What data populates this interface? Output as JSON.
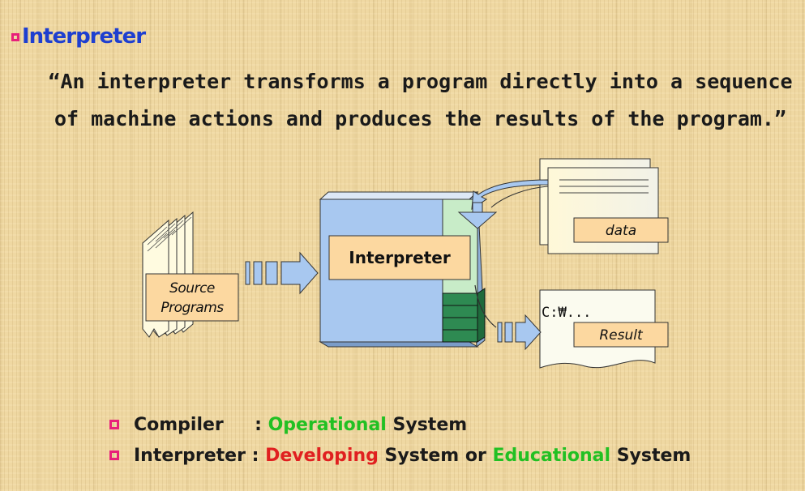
{
  "title": "Interpreter",
  "quote": {
    "line1": "“An interpreter transforms a program directly into a sequence",
    "line2": "of machine actions and produces the results of the program.”"
  },
  "diagram": {
    "source_label_1": "Source",
    "source_label_2": "Programs",
    "interpreter_label": "Interpreter",
    "data_label": "data",
    "result_prompt": "C:₩...",
    "result_label": "Result"
  },
  "bullets": [
    {
      "term": "Compiler",
      "sep": "     : ",
      "highlight": "Operational",
      "rest": " System"
    },
    {
      "term": "Interpreter",
      "sep": " : ",
      "highlight": "Developing",
      "mid": " System or ",
      "highlight2": "Educational",
      "rest": " System"
    }
  ],
  "colors": {
    "title": "#1e3fd0",
    "bullet": "#e8207a",
    "green": "#22c023",
    "red": "#e02020",
    "box_blue": "#a8c8f0",
    "panel_green": "#c8ecc8",
    "stack_green": "#2e8a52",
    "label_fill": "#fcd8a0"
  }
}
